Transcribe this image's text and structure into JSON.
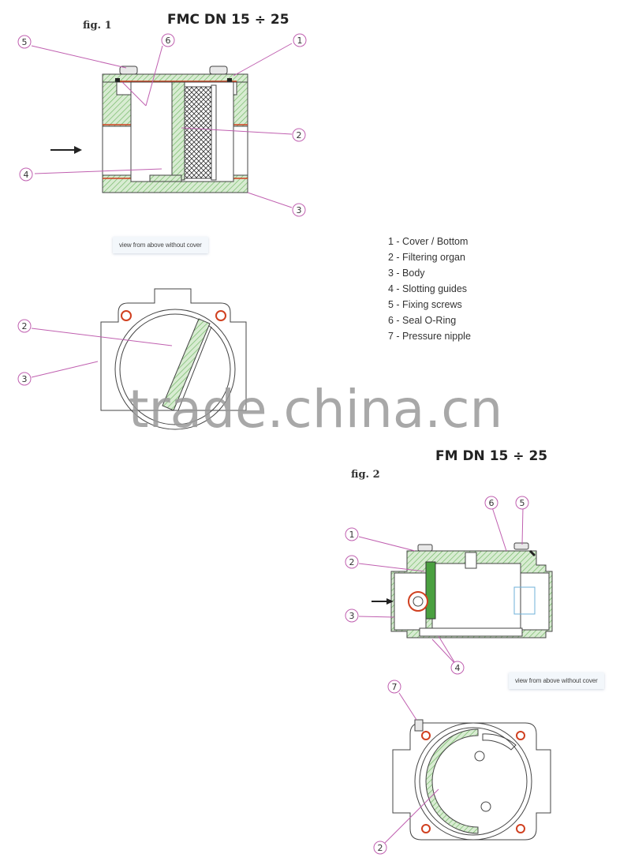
{
  "fig1": {
    "label": "fig. 1",
    "title": "FMC DN 15 ÷ 25",
    "caption": "view from above without cover"
  },
  "fig2": {
    "label": "fig. 2",
    "title": "FM DN 15 ÷ 25",
    "caption": "view from above without cover"
  },
  "legend": [
    "1 - Cover / Bottom",
    "2 - Filtering organ",
    "3 - Body",
    "4 - Slotting guides",
    "5 - Fixing screws",
    "6 - Seal O-Ring",
    "7 - Pressure nipple"
  ],
  "callouts": {
    "f1_5": "5",
    "f1_6": "6",
    "f1_1": "1",
    "f1_2": "2",
    "f1_4": "4",
    "f1_3": "3",
    "f1b_2": "2",
    "f1b_3": "3",
    "f2_6": "6",
    "f2_5": "5",
    "f2_1": "1",
    "f2_2": "2",
    "f2_3": "3",
    "f2_4": "4",
    "f2b_7": "7",
    "f2b_2": "2"
  },
  "watermark": "trade.china.cn",
  "colors": {
    "callout_line": "#c060b0",
    "hatch_green": "#7cc070",
    "seal_red": "#d04020",
    "outline": "#444444"
  }
}
